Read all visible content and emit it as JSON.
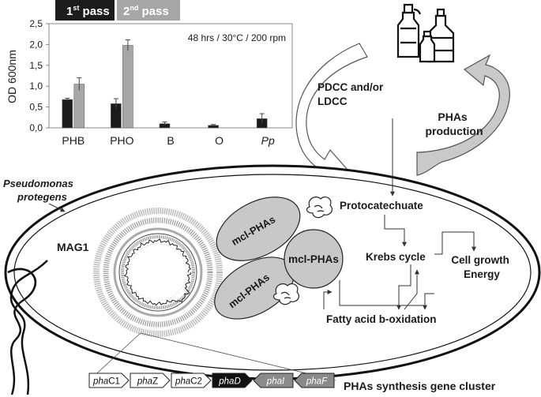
{
  "legend": {
    "pass1": {
      "label": "1",
      "sup": "st",
      "rest": " pass",
      "color": "#1c1c1c"
    },
    "pass2": {
      "label": "2",
      "sup": "nd",
      "rest": " pass",
      "color": "#a6a6a6"
    }
  },
  "chart_data": {
    "type": "bar",
    "title": "48 hrs / 30°C / 200 rpm",
    "ylabel": "OD 600nm",
    "ylim": [
      0,
      2.5
    ],
    "yticks": [
      "0,0",
      "0,5",
      "1,0",
      "1,5",
      "2,0",
      "2,5"
    ],
    "categories": [
      "PHB",
      "PHO",
      "B",
      "O",
      "Pp"
    ],
    "series": [
      {
        "name": "1st pass",
        "values": [
          0.68,
          0.58,
          0.1,
          0.06,
          0.22
        ],
        "errors": [
          0.03,
          0.12,
          0.04,
          0.02,
          0.12
        ]
      },
      {
        "name": "2nd pass",
        "values": [
          1.05,
          1.98,
          null,
          null,
          null
        ],
        "errors": [
          0.15,
          0.13,
          null,
          null,
          null
        ]
      }
    ]
  },
  "diagram": {
    "organism": "Pseudomonas\nprotegens",
    "mag": "MAG1",
    "pdcc": "PDCC and/or\nLDCC",
    "phas_production": "PHAs\nproduction",
    "protocatechuate": "Protocatechuate",
    "krebs": "Krebs cycle",
    "cell_growth": "Cell growth\nEnergy",
    "fatty_acid": "Fatty acid b-oxidation",
    "granule_label": "mcl-PHAs",
    "gene_cluster_label": "PHAs synthesis gene cluster",
    "genes": [
      {
        "prefix": "pha",
        "suffix": "C1",
        "style": "white",
        "dir": "right"
      },
      {
        "prefix": "pha",
        "suffix": "Z",
        "style": "white",
        "dir": "right"
      },
      {
        "prefix": "pha",
        "suffix": "C2",
        "style": "white",
        "dir": "right"
      },
      {
        "prefix": "pha",
        "suffix": "D",
        "style": "black",
        "dir": "right"
      },
      {
        "prefix": "pha",
        "suffix": "I",
        "style": "gray",
        "dir": "left"
      },
      {
        "prefix": "pha",
        "suffix": "F",
        "style": "gray",
        "dir": "left"
      }
    ]
  }
}
